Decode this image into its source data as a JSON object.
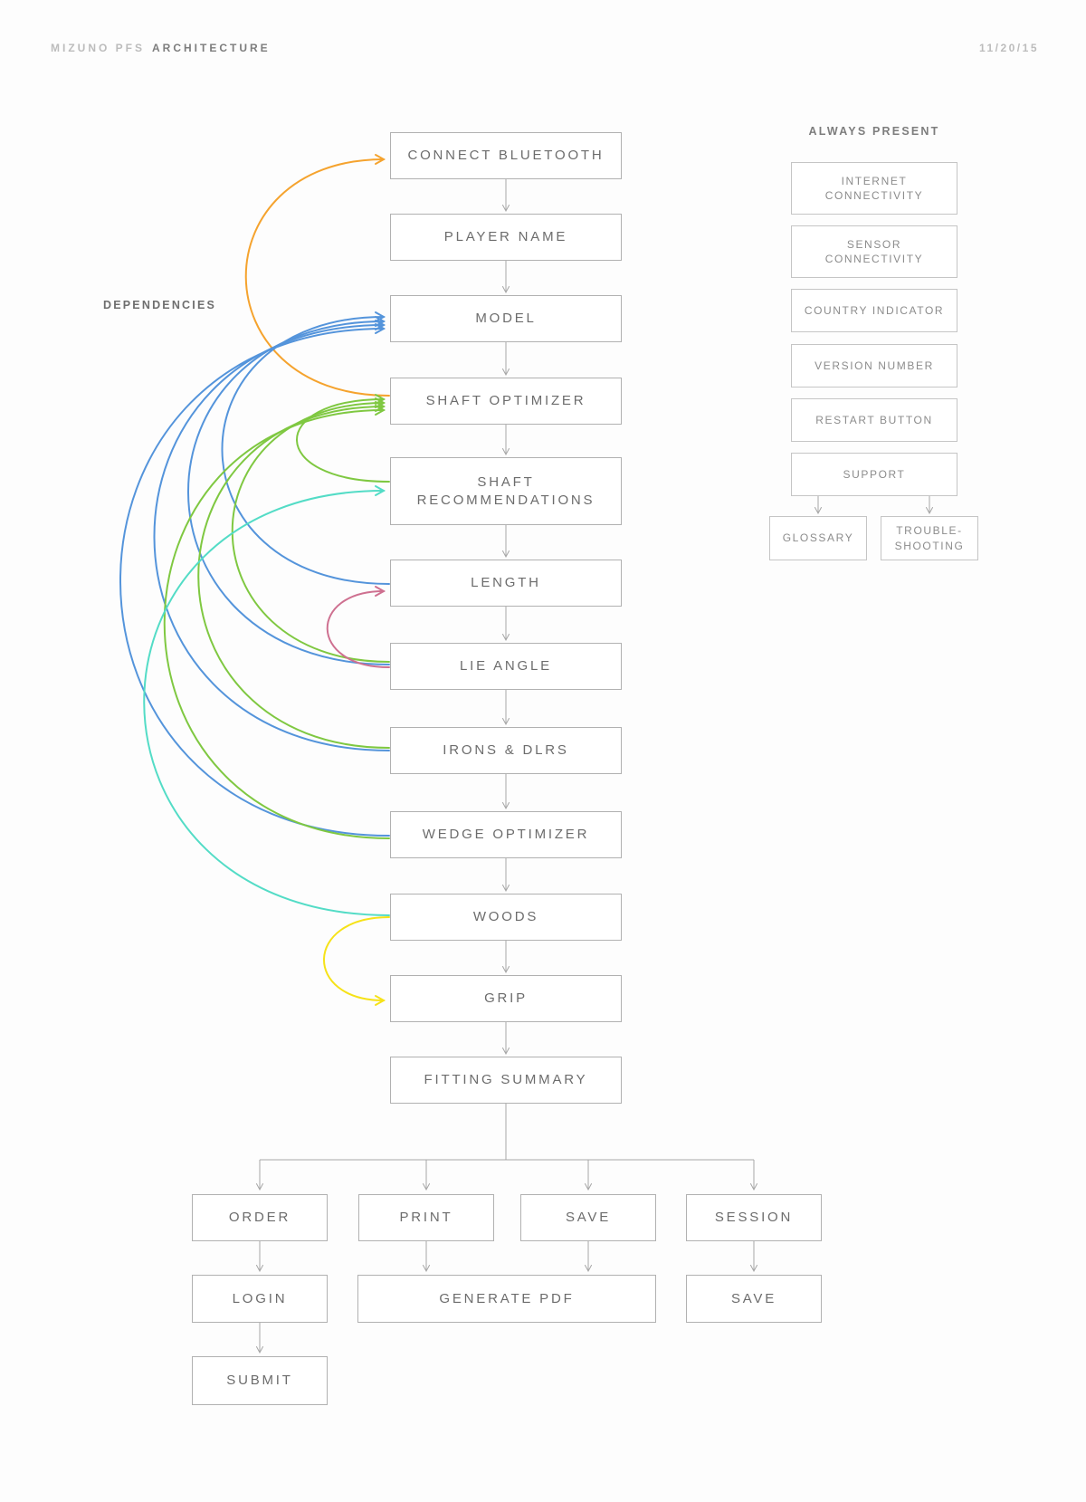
{
  "header": {
    "brand": "MIZUNO PFS",
    "title": "ARCHITECTURE",
    "date": "11/20/15"
  },
  "labels": {
    "dependencies": "DEPENDENCIES",
    "always_present": "ALWAYS PRESENT"
  },
  "nodes": {
    "connect_bluetooth": "CONNECT BLUETOOTH",
    "player_name": "PLAYER NAME",
    "model": "MODEL",
    "shaft_optimizer": "SHAFT OPTIMIZER",
    "shaft_recommendations": "SHAFT\nRECOMMENDATIONS",
    "length": "LENGTH",
    "lie_angle": "LIE ANGLE",
    "irons_dlrs": "IRONS & DLRS",
    "wedge_optimizer": "WEDGE OPTIMIZER",
    "woods": "WOODS",
    "grip": "GRIP",
    "fitting_summary": "FITTING SUMMARY"
  },
  "flow_order": [
    "connect_bluetooth",
    "player_name",
    "model",
    "shaft_optimizer",
    "shaft_recommendations",
    "length",
    "lie_angle",
    "irons_dlrs",
    "wedge_optimizer",
    "woods",
    "grip",
    "fitting_summary"
  ],
  "always_present": {
    "internet_connectivity": "INTERNET\nCONNECTIVITY",
    "sensor_connectivity": "SENSOR\nCONNECTIVITY",
    "country_indicator": "COUNTRY INDICATOR",
    "version_number": "VERSION NUMBER",
    "restart_button": "RESTART BUTTON",
    "support": "SUPPORT",
    "glossary": "GLOSSARY",
    "troubleshooting": "TROUBLE-\nSHOOTING"
  },
  "support_children": [
    "glossary",
    "troubleshooting"
  ],
  "actions": {
    "order": "ORDER",
    "print": "PRINT",
    "save": "SAVE",
    "session": "SESSION",
    "login": "LOGIN",
    "generate_pdf": "GENERATE PDF",
    "session_save": "SAVE",
    "submit": "SUBMIT"
  },
  "summary_branches": [
    "order",
    "print",
    "save",
    "session"
  ],
  "branch_followups": [
    {
      "from": "order",
      "to": "login"
    },
    {
      "from": "print",
      "to": "generate_pdf"
    },
    {
      "from": "save",
      "to": "generate_pdf"
    },
    {
      "from": "session",
      "to": "session_save"
    },
    {
      "from": "login",
      "to": "submit"
    }
  ],
  "colors": {
    "orange": "#F5A32E",
    "blue": "#5494DB",
    "green": "#7FC841",
    "teal": "#53DCC6",
    "rose": "#CE7090",
    "yellow": "#F6E218",
    "connector_gray": "#A6A6A6"
  },
  "dependency_arcs": [
    {
      "from": "shaft_optimizer",
      "to": "connect_bluetooth",
      "color": "orange"
    },
    {
      "from": "length",
      "to": "model",
      "color": "blue"
    },
    {
      "from": "lie_angle",
      "to": "model",
      "color": "blue"
    },
    {
      "from": "irons_dlrs",
      "to": "model",
      "color": "blue"
    },
    {
      "from": "wedge_optimizer",
      "to": "model",
      "color": "blue"
    },
    {
      "from": "shaft_recommendations",
      "to": "shaft_optimizer",
      "color": "green"
    },
    {
      "from": "lie_angle",
      "to": "shaft_optimizer",
      "color": "green"
    },
    {
      "from": "irons_dlrs",
      "to": "shaft_optimizer",
      "color": "green"
    },
    {
      "from": "wedge_optimizer",
      "to": "shaft_optimizer",
      "color": "green"
    },
    {
      "from": "woods",
      "to": "shaft_recommendations",
      "color": "teal"
    },
    {
      "from": "lie_angle",
      "to": "length",
      "color": "rose"
    },
    {
      "from": "woods",
      "to": "grip",
      "color": "yellow"
    }
  ]
}
